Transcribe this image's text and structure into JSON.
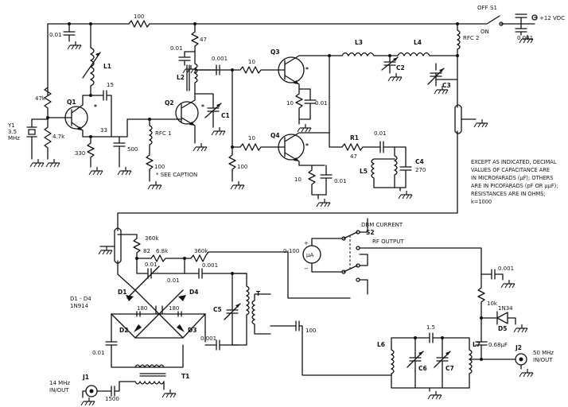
{
  "supply": {
    "label": "+12 VDC",
    "switch": "S1",
    "off": "OFF",
    "on": "ON"
  },
  "caption_note": "* SEE CAPTION",
  "notes": [
    "EXCEPT AS INDICATED, DECIMAL",
    "VALUES OF CAPACITANCE ARE",
    "IN MICROFARADS (µF); OTHERS",
    "ARE IN PICOFARADS (pF OR µµF);",
    "RESISTANCES ARE IN OHMS;",
    "k=1000"
  ],
  "labels": {
    "r100_top": "100",
    "c001_tl": "0.01",
    "l1": "L1",
    "r47k_a": "47k",
    "r47k_b": "4.7k",
    "q1": "Q1",
    "y1": "Y1",
    "y1_freq": "3.5",
    "y1_unit": "MHz",
    "r330": "330",
    "c33": "33",
    "c15": "15",
    "c500": "500",
    "rfc1": "RFC 1",
    "r100_b": "100",
    "r47": "47",
    "c001_q2": "0.01",
    "l2": "L2",
    "q2": "Q2",
    "c1": "C1",
    "c0001": "0.001",
    "r10_a": "10",
    "r10_b": "10",
    "r100_q4": "100",
    "q3": "Q3",
    "q4": "Q4",
    "r10_e3": "10",
    "c001_e3": "0.01",
    "r10_e4": "10",
    "c001_e4": "0.01",
    "l3": "L3",
    "l4": "L4",
    "c2": "C2",
    "c3": "C3",
    "rfc2": "RFC 2",
    "c001_sw": "0.001",
    "r1": "R1",
    "r1_val": "47",
    "c001_r1": "0.01",
    "l5": "L5",
    "c4": "C4",
    "c4_val": "270",
    "dbm_current": "DBM CURRENT",
    "s2": "S2",
    "rf_output": "RF OUTPUT",
    "meter_range": "0-100",
    "meter": "µA",
    "r360k_a": "360k",
    "r82": "82",
    "r68k": "6.8k",
    "r360k_b": "360k",
    "c001_m1": "0.01",
    "c001_m2": "0.01",
    "c0001_m": "0.001",
    "diodes": "D1 - D4",
    "diodes_type": "1N914",
    "d1": "D1",
    "d2": "D2",
    "d3": "D3",
    "d4": "D4",
    "c180_a": "180",
    "c180_b": "180",
    "c001_bl": "0.01",
    "c0001_br": "0.001",
    "c5": "C5",
    "t": "T",
    "c100": "100",
    "t1": "T1",
    "j1": "J1",
    "j1_label": "14 MHz",
    "j1_io": "IN/OUT",
    "c1500": "1500",
    "c0001_out": "0.001",
    "r10k": "10k",
    "d5_type": "1N34",
    "d5": "D5",
    "c068": "0.68µF",
    "l6": "L6",
    "l7": "L7",
    "c15b": "1.5",
    "c6": "C6",
    "c7": "C7",
    "j2": "J2",
    "j2_label": "50 MHz",
    "j2_io": "IN/OUT",
    "plus": "+",
    "minus": "−"
  }
}
